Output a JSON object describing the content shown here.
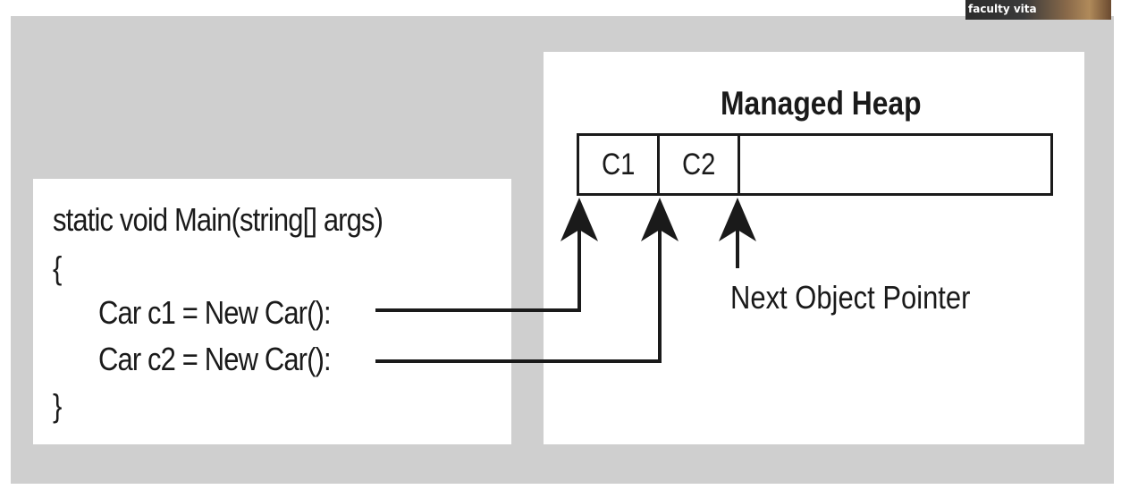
{
  "code": {
    "lines": [
      "static void Main(string[] args)",
      "{",
      "Car c1 = New Car():",
      "Car c2 = New Car():",
      "}"
    ]
  },
  "heap": {
    "title": "Managed Heap",
    "slots": [
      "C1",
      "C2"
    ],
    "pointer_label": "Next Object Pointer"
  },
  "webcam": {
    "name": "faculty vita"
  },
  "colors": {
    "stage": "#cfcfcf",
    "panel": "#ffffff",
    "ink": "#1a1a1a"
  }
}
